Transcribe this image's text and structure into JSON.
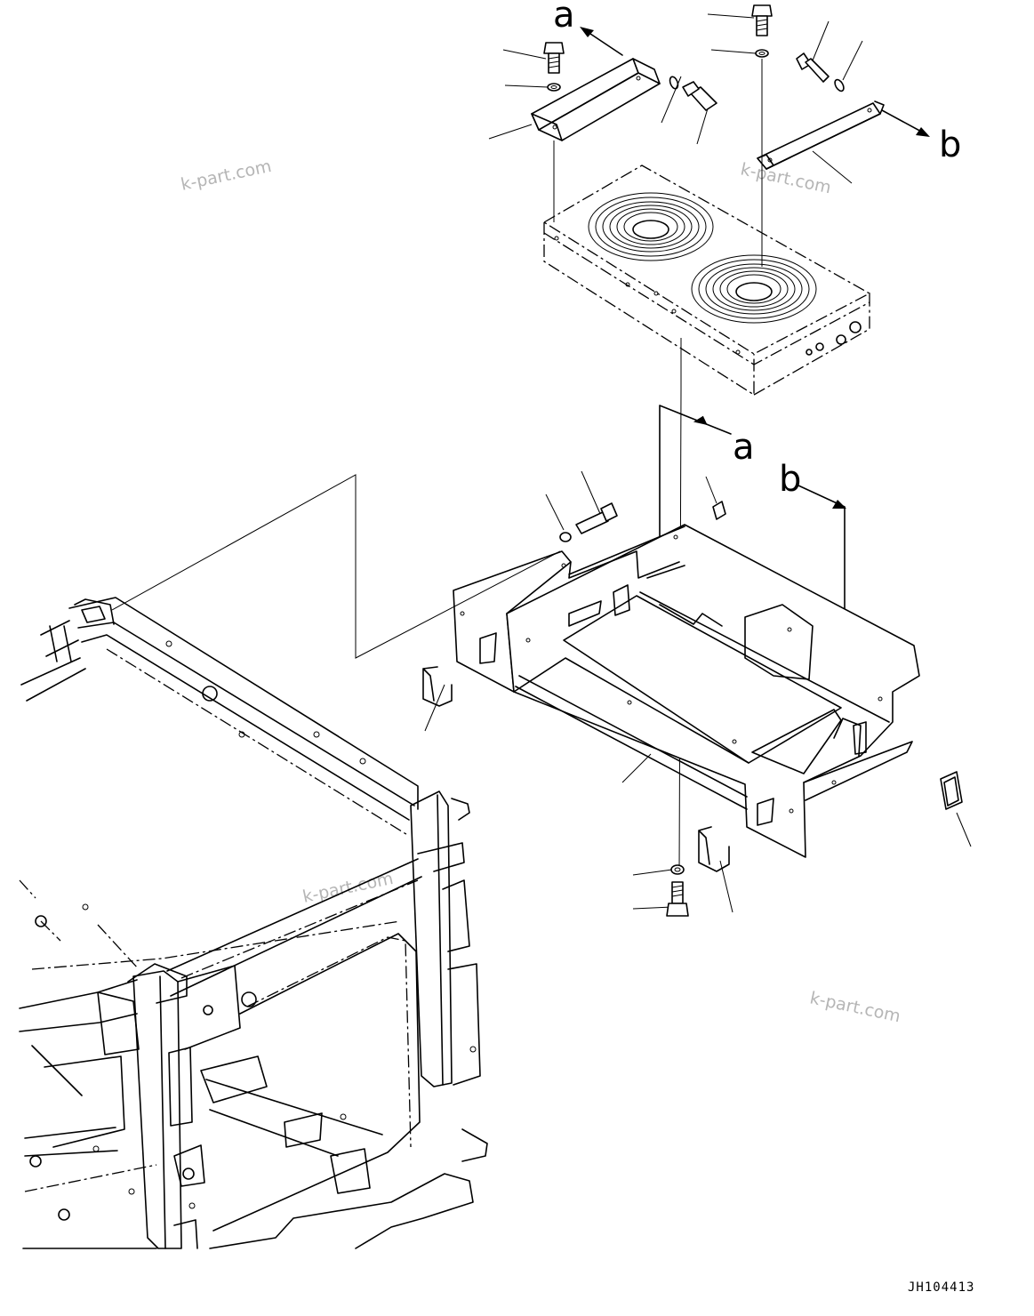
{
  "diagram": {
    "view_labels": [
      "a",
      "b",
      "a",
      "b"
    ],
    "watermarks": [
      "k-part.com",
      "k-part.com",
      "k-part.com",
      "k-part.com"
    ],
    "drawing_code": "JH104413"
  }
}
